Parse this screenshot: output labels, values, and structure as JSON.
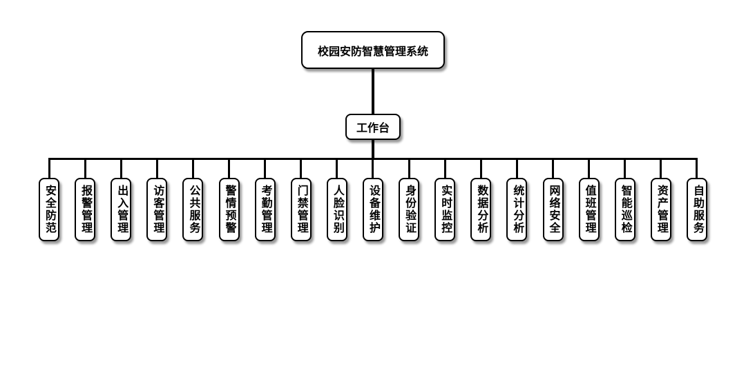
{
  "diagram": {
    "type": "tree",
    "colors": {
      "background": "#ffffff",
      "node_fill": "#ffffff",
      "node_border": "#000000",
      "line": "#000000",
      "text": "#000000"
    },
    "root": {
      "label": "校园安防智慧管理系统"
    },
    "hub": {
      "label": "工作台"
    },
    "leaves": [
      {
        "label": "安全防范"
      },
      {
        "label": "报警管理"
      },
      {
        "label": "出入管理"
      },
      {
        "label": "访客管理"
      },
      {
        "label": "公共服务"
      },
      {
        "label": "警情预警"
      },
      {
        "label": "考勤管理"
      },
      {
        "label": "门禁管理"
      },
      {
        "label": "人脸识别"
      },
      {
        "label": "设备维护"
      },
      {
        "label": "身份验证"
      },
      {
        "label": "实时监控"
      },
      {
        "label": "数据分析"
      },
      {
        "label": "统计分析"
      },
      {
        "label": "网络安全"
      },
      {
        "label": "值班管理"
      },
      {
        "label": "智能巡检"
      },
      {
        "label": "资产管理"
      },
      {
        "label": "自助服务"
      }
    ]
  }
}
